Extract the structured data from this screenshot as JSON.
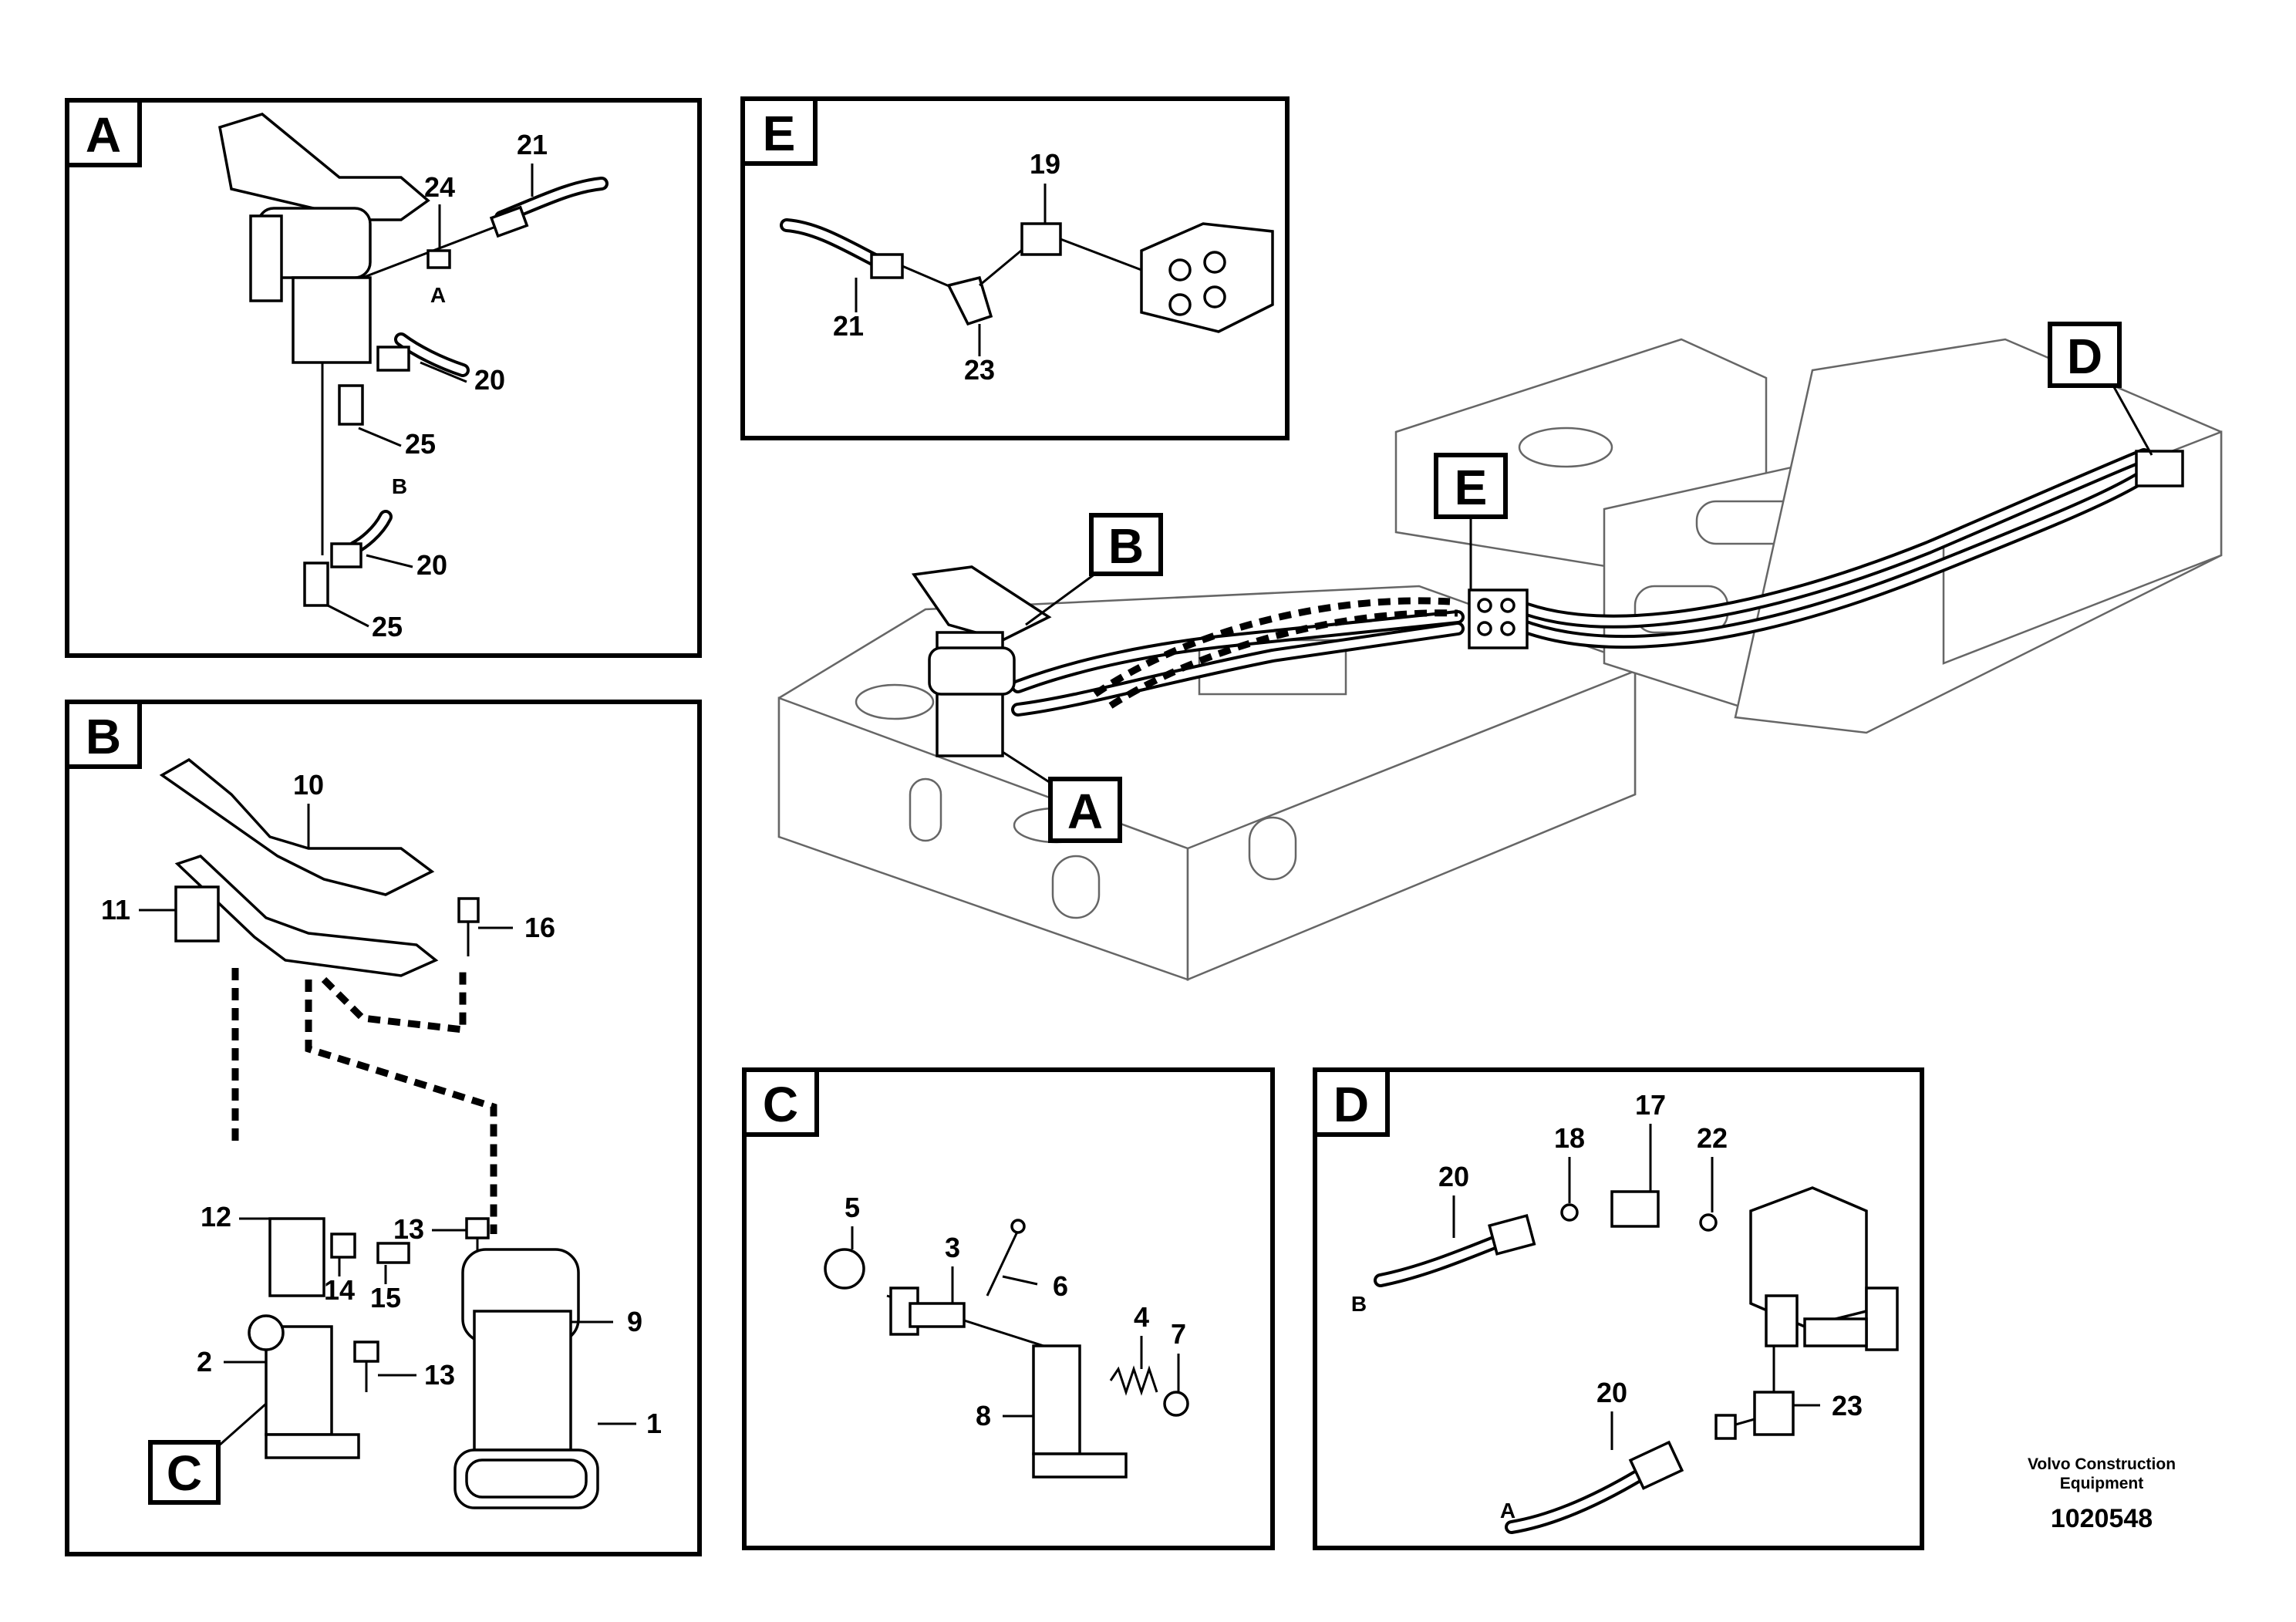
{
  "panels": {
    "A": {
      "tag": "A",
      "callouts": [
        "21",
        "24",
        "A",
        "20",
        "25",
        "B",
        "20",
        "25"
      ]
    },
    "B": {
      "tag": "B",
      "callouts": [
        "10",
        "11",
        "16",
        "13",
        "12",
        "14",
        "15",
        "9",
        "2",
        "13",
        "1"
      ],
      "sub_tag": "C"
    },
    "C": {
      "tag": "C",
      "callouts": [
        "5",
        "3",
        "6",
        "4",
        "7",
        "8"
      ]
    },
    "D": {
      "tag": "D",
      "callouts": [
        "20",
        "18",
        "17",
        "22",
        "B",
        "20",
        "23",
        "A"
      ]
    },
    "E": {
      "tag": "E",
      "callouts": [
        "19",
        "21",
        "23"
      ]
    }
  },
  "overview_tags": [
    "B",
    "E",
    "D",
    "A"
  ],
  "footer": {
    "credit_line1": "Volvo Construction",
    "credit_line2": "Equipment",
    "doc_number": "1020548"
  }
}
